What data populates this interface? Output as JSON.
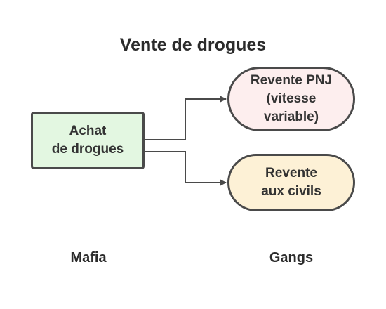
{
  "diagram": {
    "title": "Vente de drogues",
    "nodes": {
      "buy": {
        "label": "Achat\nde drogues",
        "fill": "#e3f7e1"
      },
      "npc_resale": {
        "label": "Revente PNJ\n(vitesse\nvariable)",
        "fill": "#fdeeee"
      },
      "civilian_resale": {
        "label": "Revente\naux civils",
        "fill": "#fdf1d6"
      }
    },
    "edges": [
      {
        "from": "buy",
        "to": "npc_resale"
      },
      {
        "from": "buy",
        "to": "civilian_resale"
      }
    ],
    "lanes": {
      "left": "Mafia",
      "right": "Gangs"
    },
    "colors": {
      "stroke": "#4a4a4a",
      "text": "#2b2b2b"
    }
  }
}
